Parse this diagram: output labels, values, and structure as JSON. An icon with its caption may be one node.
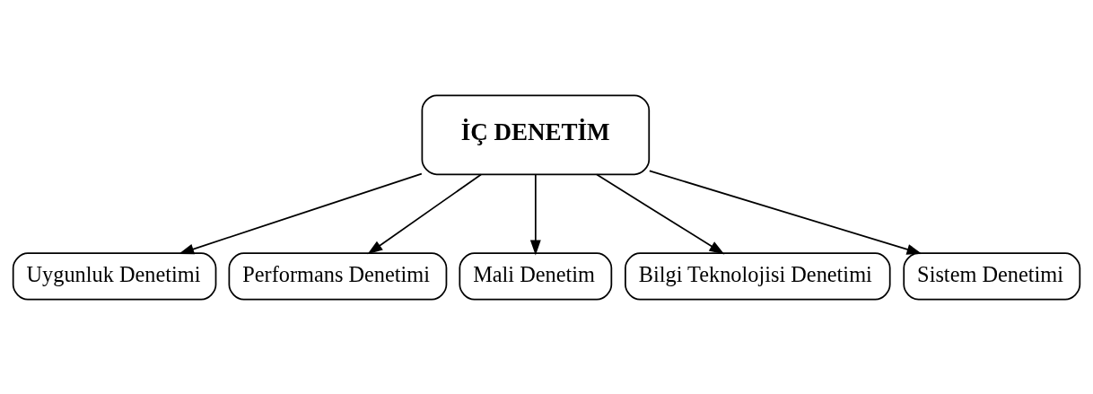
{
  "diagram": {
    "nodes": [
      {
        "text": [
          "İÇ DENETİM"
        ]
      },
      {
        "text": [
          "Uygunluk Denetimi"
        ]
      },
      {
        "text": [
          "Performans Denetimi"
        ]
      },
      {
        "text": [
          "Mali Denetim"
        ]
      },
      {
        "text": [
          "Bilgi Teknolojisi Denetimi"
        ]
      },
      {
        "text": [
          "Sistem Denetimi"
        ]
      }
    ],
    "edges": [
      {
        "from": 0,
        "to": 1,
        "arrow": "to"
      },
      {
        "from": 0,
        "to": 2,
        "arrow": "to"
      },
      {
        "from": 0,
        "to": 3,
        "arrow": "to"
      },
      {
        "from": 0,
        "to": 4,
        "arrow": "to"
      },
      {
        "from": 0,
        "to": 5,
        "arrow": "to"
      }
    ]
  }
}
